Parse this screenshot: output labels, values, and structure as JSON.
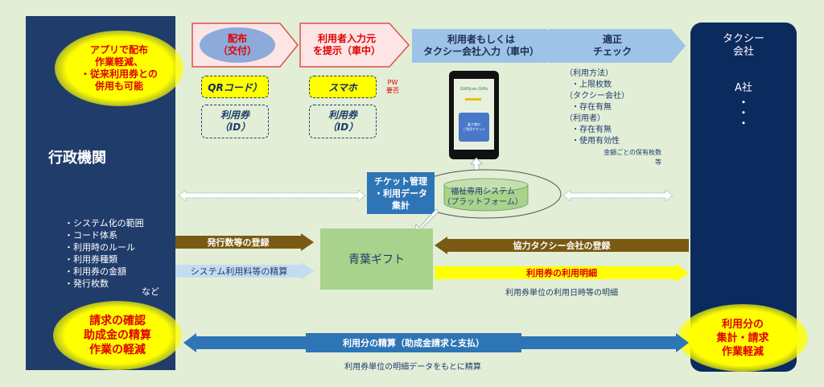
{
  "left_panel": {
    "title": "行政機関",
    "bullets": [
      "・システム化の範囲",
      "・コード体系",
      "・利用時のルール",
      "・利用券種類",
      "・利用券の金額",
      "・発行枚数"
    ],
    "suffix": "など",
    "top_note": "アプリで配布\n作業軽減、\n・従来利用券との\n併用も可能",
    "bottom_note": "請求の確認\n助成金の精算\n作業の軽減"
  },
  "right_panel": {
    "title": "タクシー\n会社",
    "company": "A社",
    "dots": "・\n・\n・",
    "bottom_note": "利用分の\n集計・請求\n作業軽減"
  },
  "steps": [
    {
      "label": "配布"
    },
    {
      "label": "利用者入力元\nを提示（車中）"
    },
    {
      "label": "利用者もしくは\nタクシー会社入力（車中）"
    },
    {
      "label": "適正\nチェック"
    }
  ],
  "distribution_oval": "配布\n（交付）",
  "qr_code": "QRコード）",
  "ticket_id_1": "利用券\n（ID）",
  "smartphone": "スマホ",
  "pw_note": "PW\n要否",
  "ticket_id_2": "利用券\n（ID）",
  "phone_screen": {
    "brand": "GiftScan Gifts",
    "card": "乗り物の\nご利用チケット"
  },
  "check_list": {
    "usage_method": "（利用方法）",
    "limit": "・上限枚数",
    "taxi_company": "（タクシー会社）",
    "exists_1": "・存在有無",
    "user": "（利用者）",
    "exists_2": "・存在有無",
    "validity": "・使用有効性",
    "per_amount": "金額ごとの保有枚数\n等"
  },
  "ticket_mgmt": "チケット管理\n・利用データ\n集計",
  "platform": "福祉専用システム\n（プラットフォーム）",
  "center_box": "青葉ギフト",
  "arrows": {
    "issue_registration": "発行数等の登録",
    "system_fee": "システム利用料等の精算",
    "partner_registration": "協力タクシー会社の登録",
    "usage_details": "利用券の利用明細",
    "usage_details_sub": "利用券単位の利用日時等の明細",
    "settlement": "利用分の精算（助成金請求と支払）",
    "settlement_sub": "利用券単位の明細データをもとに精算"
  },
  "colors": {
    "navy": "#1f3c6b",
    "dark_navy": "#0b2a5e",
    "brown": "#7a5a12",
    "green_box": "#a9d28c",
    "yellow": "#ffff00",
    "blue_arrow": "#2e75b6"
  }
}
